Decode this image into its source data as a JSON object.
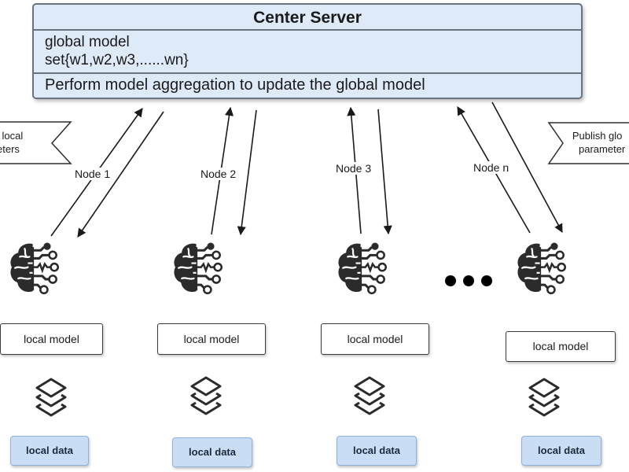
{
  "server": {
    "title": "Center Server",
    "line1": "global model",
    "line2": "set{w1,w2,w3,......wn}",
    "task": "Perform model aggregation to update the global model"
  },
  "left_flag": {
    "line1": "l local",
    "line2": "eters"
  },
  "right_flag": {
    "line1": "Publish glo",
    "line2": "parameter"
  },
  "nodes": [
    {
      "label": "Node 1",
      "model": "local model",
      "data": "local data",
      "brain_icon": "brain-circuit-icon",
      "layers_icon": "stacked-layers-icon"
    },
    {
      "label": "Node 2",
      "model": "local model",
      "data": "local data",
      "brain_icon": "brain-circuit-icon",
      "layers_icon": "stacked-layers-icon"
    },
    {
      "label": "Node 3",
      "model": "local model",
      "data": "local data",
      "brain_icon": "brain-circuit-icon",
      "layers_icon": "stacked-layers-icon"
    },
    {
      "label": "Node n",
      "model": "local model",
      "data": "local data",
      "brain_icon": "brain-circuit-icon",
      "layers_icon": "stacked-layers-icon"
    }
  ],
  "colors": {
    "server_fill": "#dfeaf8",
    "data_fill": "#c9ddf5",
    "brain": "#2b2b2b"
  }
}
